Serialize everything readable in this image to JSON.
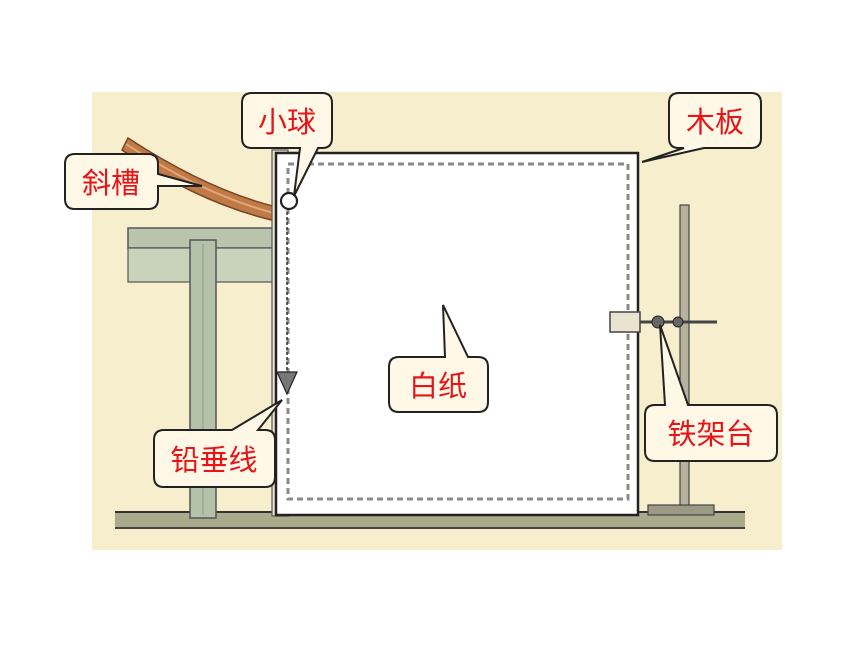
{
  "labels": {
    "ball": "小球",
    "board": "木板",
    "chute": "斜槽",
    "paper": "白纸",
    "iron_stand": "铁架台",
    "plumb_line": "铅垂线"
  },
  "colors": {
    "background": "#f6eecd",
    "label_text": "#e8141a",
    "callout_fill": "#fff8e6",
    "callout_stroke": "#222222",
    "chute": "#c07a45",
    "table_top": "#b9c4ac",
    "table_leg": "#b4c2aa",
    "paper": "#ffffff",
    "dashes": "#8a8a8a",
    "line": "#333333"
  }
}
